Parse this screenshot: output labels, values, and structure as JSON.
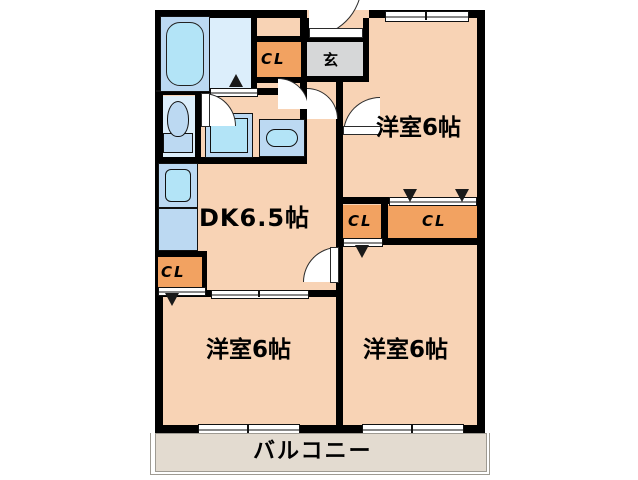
{
  "plan": {
    "title": "間取り図",
    "background": "#FFFFFF",
    "colors": {
      "wall": "#000000",
      "room_floor": "#F8D3B5",
      "closet": "#F2A261",
      "water_area": "#DCEEFB",
      "fixture": "#BCD9F2",
      "tub_water": "#B3E4F7",
      "entrance": "#D6D7D8",
      "balcony": "#E3DBD0"
    }
  },
  "rooms": [
    {
      "id": "washitsu-top-right",
      "label": "洋室6帖",
      "type": "western-room",
      "size_jo": 6
    },
    {
      "id": "washitsu-bottom-left",
      "label": "洋室6帖",
      "type": "western-room",
      "size_jo": 6
    },
    {
      "id": "washitsu-bottom-right",
      "label": "洋室6帖",
      "type": "western-room",
      "size_jo": 6
    },
    {
      "id": "dining-kitchen",
      "label": "DK6.5帖",
      "type": "dining-kitchen",
      "size_jo": 6.5
    }
  ],
  "closets": [
    {
      "id": "closet-entrance",
      "label": "CL"
    },
    {
      "id": "closet-center",
      "label": "CL"
    },
    {
      "id": "closet-right",
      "label": "CL"
    },
    {
      "id": "closet-dk",
      "label": "CL"
    }
  ],
  "entrance": {
    "label": "玄"
  },
  "balcony": {
    "label": "バルコニー"
  },
  "fixtures": [
    {
      "id": "bathtub",
      "name": "bathtub"
    },
    {
      "id": "toilet",
      "name": "toilet"
    },
    {
      "id": "washbasin",
      "name": "washbasin"
    },
    {
      "id": "washing-machine",
      "name": "washing-machine-space"
    },
    {
      "id": "kitchen-sink",
      "name": "kitchen-sink"
    },
    {
      "id": "kitchen-stove",
      "name": "kitchen-stove"
    }
  ],
  "layout_summary": "3LDK-style: DK6.5帖 with three 洋室6帖 rooms, four CL closets, 玄関 entrance and バルコニー balcony"
}
